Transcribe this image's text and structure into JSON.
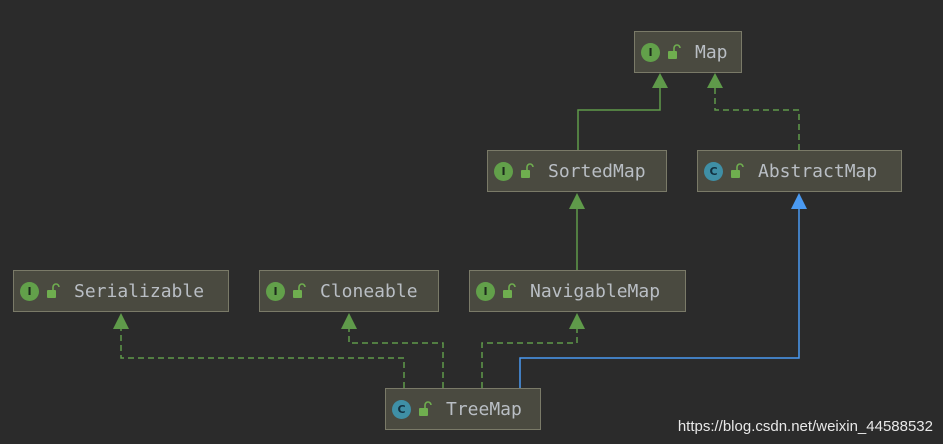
{
  "nodes": {
    "map": {
      "label": "Map",
      "kind": "I"
    },
    "sortedmap": {
      "label": "SortedMap",
      "kind": "I"
    },
    "abstractmap": {
      "label": "AbstractMap",
      "kind": "C"
    },
    "serializable": {
      "label": "Serializable",
      "kind": "I"
    },
    "cloneable": {
      "label": "Cloneable",
      "kind": "I"
    },
    "navigablemap": {
      "label": "NavigableMap",
      "kind": "I"
    },
    "treemap": {
      "label": "TreeMap",
      "kind": "C"
    }
  },
  "edges": [
    {
      "from": "sortedmap",
      "to": "map",
      "style": "extends"
    },
    {
      "from": "abstractmap",
      "to": "map",
      "style": "implements"
    },
    {
      "from": "navigablemap",
      "to": "sortedmap",
      "style": "extends"
    },
    {
      "from": "treemap",
      "to": "abstractmap",
      "style": "extends-class"
    },
    {
      "from": "treemap",
      "to": "serializable",
      "style": "implements"
    },
    {
      "from": "treemap",
      "to": "cloneable",
      "style": "implements"
    },
    {
      "from": "treemap",
      "to": "navigablemap",
      "style": "implements"
    }
  ],
  "colors": {
    "background": "#2b2b2b",
    "interface_edge": "#5f9a4a",
    "class_edge": "#4a9af2"
  },
  "watermark": "https://blog.csdn.net/weixin_44588532"
}
